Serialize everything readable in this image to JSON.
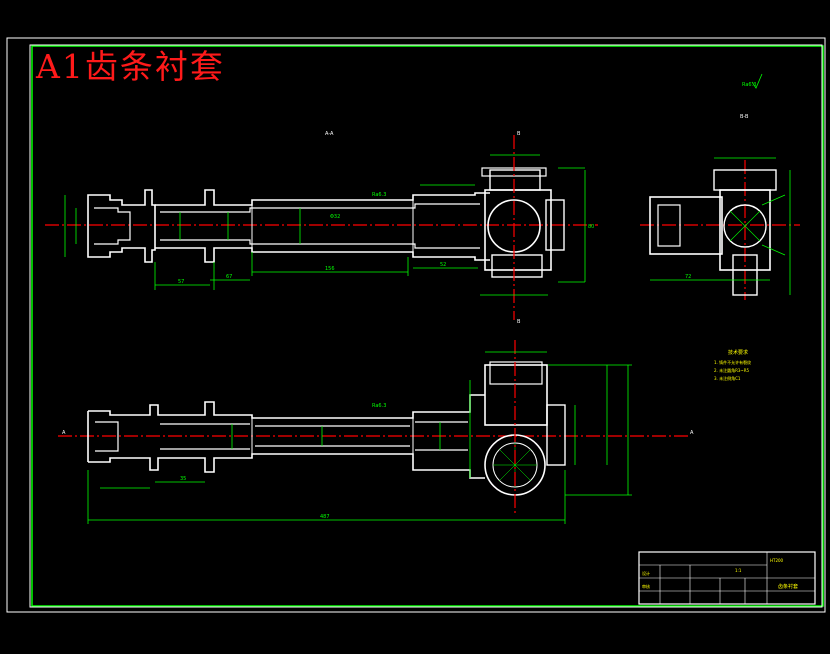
{
  "drawing": {
    "title": "A1齿条衬套",
    "colors": {
      "background": "#000000",
      "outline": "#ffffff",
      "dimension": "#00ff00",
      "centerline": "#ff0000",
      "note": "#ffff00",
      "title_text": "#ff1a1a"
    },
    "section_labels": {
      "view_aa": "A-A",
      "view_bb": "B-B",
      "cut_a_left": "A",
      "cut_a_right": "A",
      "cut_b_top": "B",
      "cut_b_bottom": "B"
    },
    "dimensions": {
      "overall_length": "487",
      "width_top": "80",
      "width_side": "72",
      "d1": "57",
      "d2": "67",
      "d3": "156",
      "d4": "52",
      "d5": "35",
      "d6": "Φ32"
    },
    "roughness": "Ra6.3",
    "tech_notes": {
      "heading": "技术要求",
      "lines": [
        "1. 铸件不允许有裂纹",
        "2. 未注圆角R3~R5",
        "3. 未注倒角C1"
      ]
    },
    "title_block": {
      "part_name": "齿条衬套",
      "material": "HT200",
      "scale": "1:1",
      "designer": "设计",
      "checker": "审核"
    }
  }
}
